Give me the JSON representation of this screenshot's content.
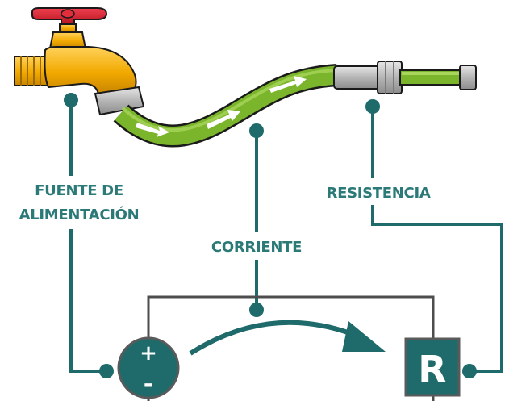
{
  "labels": {
    "source_line1": "FUENTE DE",
    "source_line2": "ALIMENTACIÓN",
    "resistance": "RESISTENCIA",
    "current": "CORRIENTE"
  },
  "battery": {
    "plus": "+",
    "minus": "-"
  },
  "resistor": {
    "letter": "R"
  },
  "colors": {
    "teal": "#1f6a6a",
    "label": "#2b7a78",
    "circuit_line": "#4d4d4d",
    "hose_green": "#7ab52c",
    "faucet_gold": "#f2a900",
    "handle_red": "#d8202f",
    "metal_gray": "#a9a9a9"
  }
}
